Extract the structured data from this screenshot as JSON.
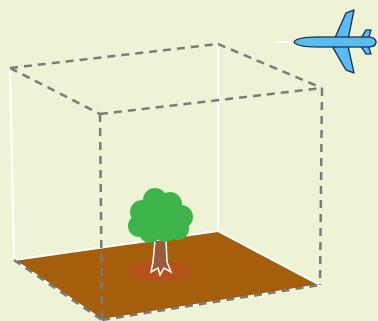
{
  "scene": {
    "objects": [
      {
        "name": "ground-plane",
        "icon": "ground-square"
      },
      {
        "name": "tree",
        "icon": "tree-icon"
      },
      {
        "name": "airplane",
        "icon": "airplane-icon"
      },
      {
        "name": "box-wireframe",
        "icon": "dashed-cube"
      }
    ],
    "colors": {
      "background": "#eef3d6",
      "ground": "#a55f0c",
      "ground_shadow": "#b5521a",
      "ground_edge": "#ffffff",
      "foliage": "#3db54a",
      "trunk": "#9b5a3c",
      "airplane_body": "#5bbcf0",
      "airplane_outline": "#1b2b55",
      "dashed_edge": "#7a7a7a",
      "solid_edge": "#ffffff"
    }
  }
}
